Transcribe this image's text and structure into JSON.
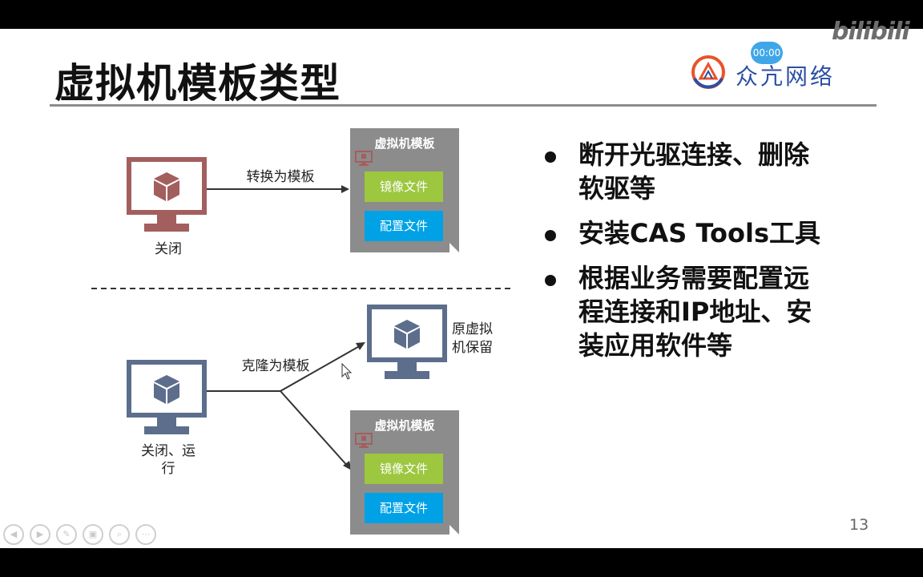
{
  "slide": {
    "title": "虚拟机模板类型",
    "page_number": "13"
  },
  "logo": {
    "text": "众亢网络"
  },
  "timer": {
    "label": "00:00"
  },
  "watermark": {
    "text": "bilibili"
  },
  "colors": {
    "vm_red": "#a35e5e",
    "vm_blue": "#5d6e8c",
    "template_gray": "#8c8c8c",
    "green": "#9dc73f",
    "blue": "#00a2e5",
    "timer_blue": "#3fa7e8"
  },
  "diagram_top": {
    "vm_label": "关闭",
    "arrow_label": "转换为模板",
    "template": {
      "title": "虚拟机模板",
      "image_file": "镜像文件",
      "config_file": "配置文件"
    }
  },
  "diagram_bottom": {
    "vm_label_line1": "关闭、运",
    "vm_label_line2": "行",
    "arrow_label": "克隆为模板",
    "original_label_line1": "原虚拟",
    "original_label_line2": "机保留",
    "template": {
      "title": "虚拟机模板",
      "image_file": "镜像文件",
      "config_file": "配置文件"
    }
  },
  "bullets": [
    {
      "line1": "断开光驱连接、删除",
      "line2": "软驱等",
      "line3": ""
    },
    {
      "line1": "安装CAS Tools工具",
      "line2": "",
      "line3": ""
    },
    {
      "line1": "根据业务需要配置远",
      "line2": "程连接和IP地址、安",
      "line3": "装应用软件等"
    }
  ],
  "player_controls": [
    {
      "icon": "prev-icon",
      "glyph": "◀"
    },
    {
      "icon": "next-icon",
      "glyph": "▶"
    },
    {
      "icon": "pen-icon",
      "glyph": "✎"
    },
    {
      "icon": "slides-icon",
      "glyph": "▣"
    },
    {
      "icon": "zoom-icon",
      "glyph": "⌕"
    },
    {
      "icon": "more-icon",
      "glyph": "⋯"
    }
  ]
}
